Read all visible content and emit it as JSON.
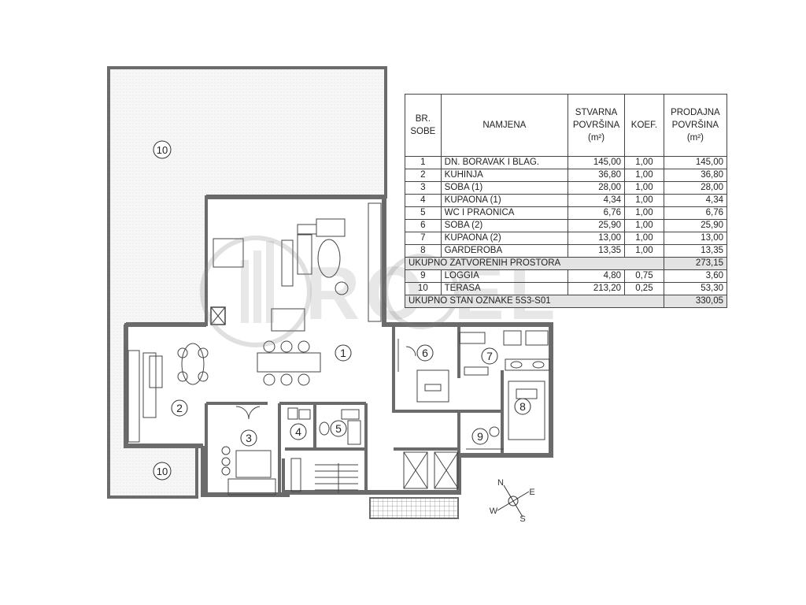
{
  "rooms": [
    {
      "label": "1"
    },
    {
      "label": "2"
    },
    {
      "label": "3"
    },
    {
      "label": "4"
    },
    {
      "label": "5"
    },
    {
      "label": "6"
    },
    {
      "label": "7"
    },
    {
      "label": "8"
    },
    {
      "label": "9"
    },
    {
      "label": "10"
    },
    {
      "label": "10"
    }
  ],
  "table": {
    "headers": [
      "BR.\nSOBE",
      "NAMJENA",
      "STVARNA\nPOVRŠINA\n(m²)",
      "KOEF.",
      "PRODAJNA\nPOVRŠINA\n(m²)"
    ],
    "rows": [
      {
        "no": "1",
        "name": "DN. BORAVAK I BLAG.",
        "area": "145,00",
        "coef": "1,00",
        "sale": "145,00"
      },
      {
        "no": "2",
        "name": "KUHINJA",
        "area": "36,80",
        "coef": "1,00",
        "sale": "36,80"
      },
      {
        "no": "3",
        "name": "SOBA (1)",
        "area": "28,00",
        "coef": "1,00",
        "sale": "28,00"
      },
      {
        "no": "4",
        "name": "KUPAONA (1)",
        "area": "4,34",
        "coef": "1,00",
        "sale": "4,34"
      },
      {
        "no": "5",
        "name": "WC I PRAONICA",
        "area": "6,76",
        "coef": "1,00",
        "sale": "6,76"
      },
      {
        "no": "6",
        "name": "SOBA (2)",
        "area": "25,90",
        "coef": "1,00",
        "sale": "25,90"
      },
      {
        "no": "7",
        "name": "KUPAONA (2)",
        "area": "13,00",
        "coef": "1,00",
        "sale": "13,00"
      },
      {
        "no": "8",
        "name": "GARDEROBA",
        "area": "13,35",
        "coef": "1,00",
        "sale": "13,35"
      }
    ],
    "subtotal": {
      "label": "UKUPNO ZATVORENIH PROSTORA",
      "value": "273,15"
    },
    "rows2": [
      {
        "no": "9",
        "name": "LOGGIA",
        "area": "4,80",
        "coef": "0,75",
        "sale": "3,60"
      },
      {
        "no": "10",
        "name": "TERASA",
        "area": "213,20",
        "coef": "0,25",
        "sale": "53,30"
      }
    ],
    "total": {
      "label": "UKUPNO STAN OZNAKE 5S3-S01",
      "value": "330,05"
    }
  },
  "compass": {
    "n": "N",
    "e": "E",
    "s": "S",
    "w": "W"
  },
  "watermark": "RO  EL",
  "colors": {
    "wall": "#6b6b6b",
    "terrace": "#f1f1f1",
    "line": "#444444"
  }
}
